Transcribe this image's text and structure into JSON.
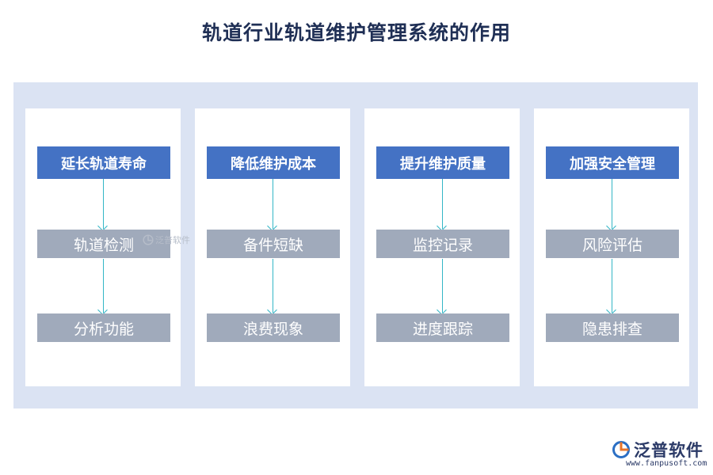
{
  "title": "轨道行业轨道维护管理系统的作用",
  "columns": [
    {
      "heading": "延长轨道寿命",
      "steps": [
        "轨道检测",
        "分析功能"
      ]
    },
    {
      "heading": "降低维护成本",
      "steps": [
        "备件短缺",
        "浪费现象"
      ]
    },
    {
      "heading": "提升维护质量",
      "steps": [
        "监控记录",
        "进度跟踪"
      ]
    },
    {
      "heading": "加强安全管理",
      "steps": [
        "风险评估",
        "隐患排查"
      ]
    }
  ],
  "watermark": {
    "brand": "泛普软件"
  },
  "logo": {
    "brand": "泛普软件",
    "url": "www.fanpusoft.com"
  },
  "colors": {
    "heading_bg": "#4472c4",
    "step_bg": "#a0aabb",
    "arrow": "#33b6c6",
    "panel_bg": "#dbe3f3"
  }
}
